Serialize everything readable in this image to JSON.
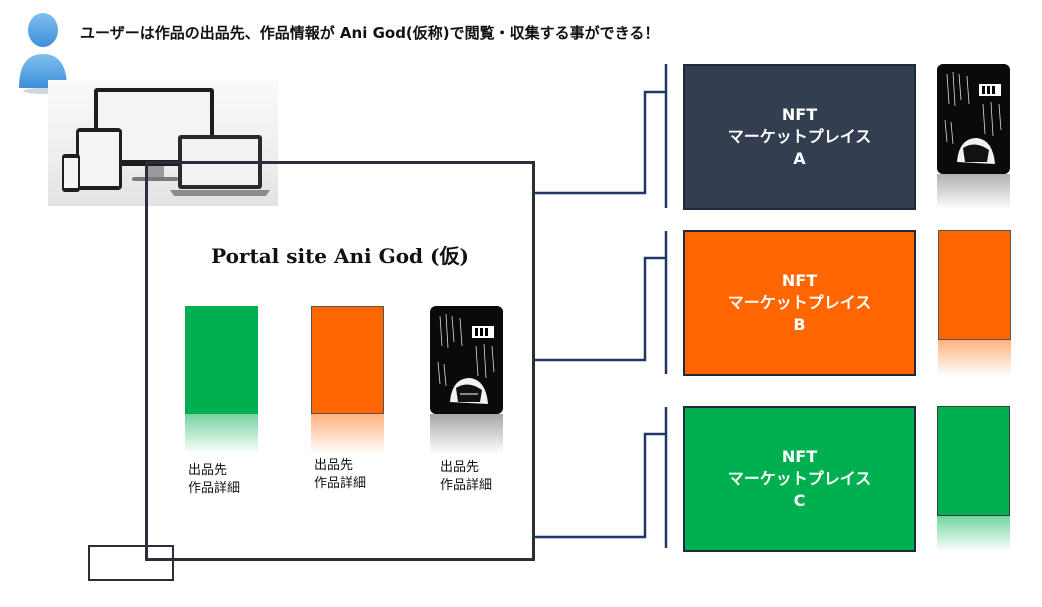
{
  "header": {
    "caption": "ユーザーは作品の出品先、作品情報が Ani God(仮称)で閲覧・収集する事ができる！"
  },
  "icons": {
    "user": "user-icon",
    "devices": "devices-icon",
    "manga": "manga-artwork-icon"
  },
  "portal": {
    "title": "Portal site Ani God (仮)",
    "cards": [
      {
        "color": "#00B050",
        "kind": "green",
        "line1": "出品先",
        "line2": "作品詳細"
      },
      {
        "color": "#FF6600",
        "kind": "orange",
        "line1": "出品先",
        "line2": "作品詳細"
      },
      {
        "color": "#0A0A0A",
        "kind": "manga",
        "line1": "出品先",
        "line2": "作品詳細"
      }
    ]
  },
  "marketplaces": [
    {
      "line1": "NFT",
      "line2": "マーケットプレイス",
      "line3": "A",
      "color": "#333F50",
      "thumb_kind": "manga"
    },
    {
      "line1": "NFT",
      "line2": "マーケットプレイス",
      "line3": "B",
      "color": "#FF6600",
      "thumb_kind": "orange"
    },
    {
      "line1": "NFT",
      "line2": "マーケットプレイス",
      "line3": "C",
      "color": "#00B050",
      "thumb_kind": "green"
    }
  ],
  "colors": {
    "frame": "#2A2F38",
    "connector": "#1F3864",
    "green": "#00B050",
    "orange": "#FF6600",
    "navy": "#333F50"
  }
}
